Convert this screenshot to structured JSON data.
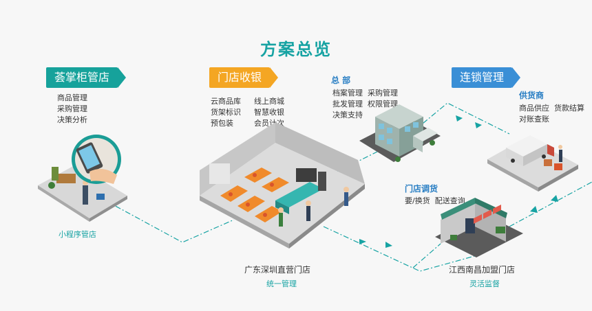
{
  "title": "方案总览",
  "left": {
    "tag": "荟掌柜管店",
    "items": [
      "商品管理",
      "采购管理",
      "决策分析"
    ],
    "caption": "小程序管店"
  },
  "store": {
    "tag": "门店收银",
    "col1": [
      "云商品库",
      "货架标识",
      "预包装"
    ],
    "col2": [
      "线上商城",
      "智慧收银",
      "会员计次"
    ],
    "caption": "广东深圳直营门店",
    "sub": "统一管理"
  },
  "hq": {
    "head": "总 部",
    "rows": [
      "档案管理  采购管理",
      "批发管理  权限管理",
      "决策支持"
    ]
  },
  "chain": {
    "tag": "连锁管理",
    "supplier_head": "供货商",
    "supplier_rows": [
      "商品供应  货款结算",
      "对账查账"
    ]
  },
  "transfer": {
    "head": "门店调货",
    "row": "要/换货  配送查询"
  },
  "franchise": {
    "caption": "江西南昌加盟门店",
    "sub": "灵活监督"
  },
  "colors": {
    "teal": "#17a3a3",
    "orange": "#f4a623",
    "blue": "#3a8fd6"
  }
}
